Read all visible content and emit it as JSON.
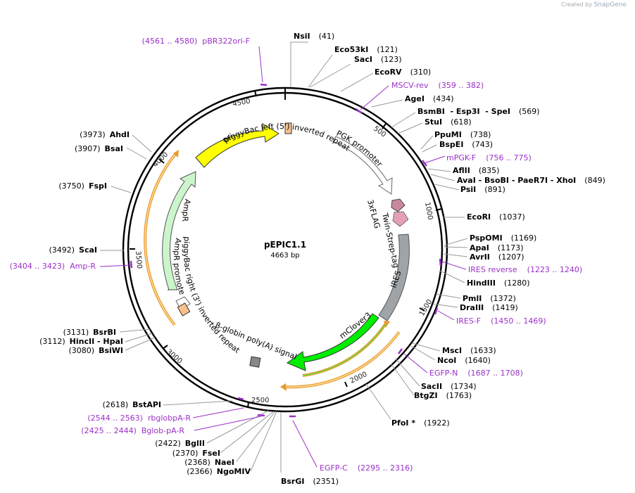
{
  "credit": {
    "prefix": "Created by",
    "brand": "SnapGene"
  },
  "plasmid": {
    "name": "pEPIC1.1",
    "size_label": "4663 bp"
  },
  "ticks": [
    "500",
    "1000",
    "1500",
    "2000",
    "2500",
    "3000",
    "3500",
    "4000",
    "4500"
  ],
  "sites": [
    {
      "id": "nsi",
      "name": "NsiI",
      "pos": "(41)"
    },
    {
      "id": "eco53",
      "name": "Eco53kI",
      "pos": "(121)"
    },
    {
      "id": "sac",
      "name": "SacI",
      "pos": "(123)"
    },
    {
      "id": "ecorv",
      "name": "EcoRV",
      "pos": "(310)"
    },
    {
      "id": "age",
      "name": "AgeI",
      "pos": "(434)"
    },
    {
      "id": "bsmbi",
      "name": "BsmBI  - Esp3I  - SpeI",
      "pos": "(569)"
    },
    {
      "id": "stu",
      "name": "StuI",
      "pos": "(618)"
    },
    {
      "id": "ppumi",
      "name": "PpuMI",
      "pos": "(738)"
    },
    {
      "id": "bspei",
      "name": "BspEI",
      "pos": "(743)"
    },
    {
      "id": "afl2",
      "name": "AflII",
      "pos": "(835)"
    },
    {
      "id": "ava",
      "name": "AvaI  - BsoBI  - PaeR7I  - XhoI",
      "pos": "(849)"
    },
    {
      "id": "psi",
      "name": "PsiI",
      "pos": "(891)"
    },
    {
      "id": "ecori",
      "name": "EcoRI",
      "pos": "(1037)"
    },
    {
      "id": "pspomi",
      "name": "PspOMI",
      "pos": "(1169)"
    },
    {
      "id": "apa",
      "name": "ApaI",
      "pos": "(1173)"
    },
    {
      "id": "avr2",
      "name": "AvrII",
      "pos": "(1207)"
    },
    {
      "id": "hind3",
      "name": "HindIII",
      "pos": "(1280)"
    },
    {
      "id": "pml",
      "name": "PmlI",
      "pos": "(1372)"
    },
    {
      "id": "dra3",
      "name": "DraIII",
      "pos": "(1419)"
    },
    {
      "id": "msc",
      "name": "MscI",
      "pos": "(1633)"
    },
    {
      "id": "nco",
      "name": "NcoI",
      "pos": "(1640)"
    },
    {
      "id": "sac2",
      "name": "SacII",
      "pos": "(1734)"
    },
    {
      "id": "btgz",
      "name": "BtgZI",
      "pos": "(1763)"
    },
    {
      "id": "pfoi",
      "name": "PfoI *",
      "pos": "(1922)"
    },
    {
      "id": "bsrgi",
      "name": "BsrGI",
      "pos": "(2351)"
    },
    {
      "id": "ngomiv",
      "name": "NgoMIV",
      "pos": "(2366)"
    },
    {
      "id": "nae",
      "name": "NaeI",
      "pos": "(2368)"
    },
    {
      "id": "fse",
      "name": "FseI",
      "pos": "(2370)"
    },
    {
      "id": "bgl2",
      "name": "BglII",
      "pos": "(2422)"
    },
    {
      "id": "bstapi",
      "name": "BstAPI",
      "pos": "(2618)"
    },
    {
      "id": "bsiwi",
      "name": "BsiWI",
      "pos": "(3080)"
    },
    {
      "id": "hinc2",
      "name": "HincII  - HpaI",
      "pos": "(3112)"
    },
    {
      "id": "bsrbi",
      "name": "BsrBI",
      "pos": "(3131)"
    },
    {
      "id": "sca",
      "name": "ScaI",
      "pos": "(3492)"
    },
    {
      "id": "fsp",
      "name": "FspI",
      "pos": "(3750)"
    },
    {
      "id": "bsa",
      "name": "BsaI",
      "pos": "(3907)"
    },
    {
      "id": "ahd",
      "name": "AhdI",
      "pos": "(3973)"
    }
  ],
  "primers": [
    {
      "id": "pbr",
      "text": "(4561 .. 4580)  pBR322ori-F"
    },
    {
      "id": "mscv",
      "text": "MSCV-rev    (359 .. 382)"
    },
    {
      "id": "mpgk",
      "text": "mPGK-F    (756 .. 775)"
    },
    {
      "id": "iresrev",
      "text": "IRES reverse    (1223 .. 1240)"
    },
    {
      "id": "iresf",
      "text": "IRES-F    (1450 .. 1469)"
    },
    {
      "id": "egfpn",
      "text": "EGFP-N    (1687 .. 1708)"
    },
    {
      "id": "egfpc",
      "text": "EGFP-C    (2295 .. 2316)"
    },
    {
      "id": "bglob",
      "text": "(2425 .. 2444)  Bglob-pA-R"
    },
    {
      "id": "rbglob",
      "text": "(2544 .. 2563)  rbglobpA-R"
    },
    {
      "id": "ampr",
      "text": "(3404 .. 3423)  Amp-R"
    }
  ],
  "features": {
    "ori": "ori",
    "itr_left": "piggyBac left (5') inverted repeat",
    "pgk": "PGK promoter",
    "flag": "3xFLAG",
    "strep": "Twin-Strep-tag",
    "ires": "IRES",
    "mclover": "mClover3",
    "polya": "β-globin poly(A) signal",
    "itr_right": "piggyBac right (3') inverted repeat",
    "ampr": "AmpR",
    "ampr_promoter": "AmpR promoter"
  },
  "colors": {
    "ori": "#ffff00",
    "origin_marker": "#f9c08b",
    "ampr": "#ccf5cc",
    "mclover": "#00ee00",
    "ires": "#9ea4a8",
    "flag": "#c9889f",
    "primer": "#9b30c8",
    "orf_outline": "#e69a2e",
    "polya": "#888888"
  }
}
